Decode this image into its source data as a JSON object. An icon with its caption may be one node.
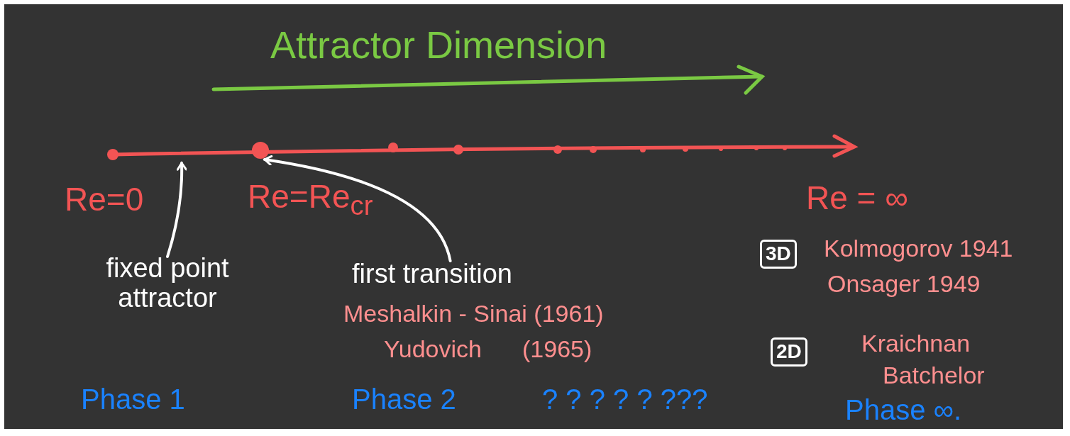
{
  "diagram": {
    "nodes": [
      {
        "text": [],
        "shape": "line"
      },
      {
        "text": [],
        "shape": "circle",
        "in": 0
      },
      {
        "text": [
          "fixed point attractor"
        ]
      },
      {
        "text": [
          "first transition"
        ]
      }
    ],
    "edges": [
      {
        "from": 2,
        "to": 0,
        "arrow": "to"
      },
      {
        "from": 3,
        "to": 1,
        "arrow": "to"
      }
    ],
    "labels": [
      "Attractor Dimension",
      "Re=0",
      "Re=Re$_{cr}$",
      "Re = ∞",
      "3D",
      "Kolmogorov 1941",
      "Onsager 1949",
      "Meshalkin - Sinai (1961)",
      "Yudovich (1965)",
      "2D",
      "Kraichnan",
      "Batchelor",
      "Phase 1",
      "Phase 2",
      "? ? ? ? ? ???",
      "Phase ∞."
    ]
  }
}
